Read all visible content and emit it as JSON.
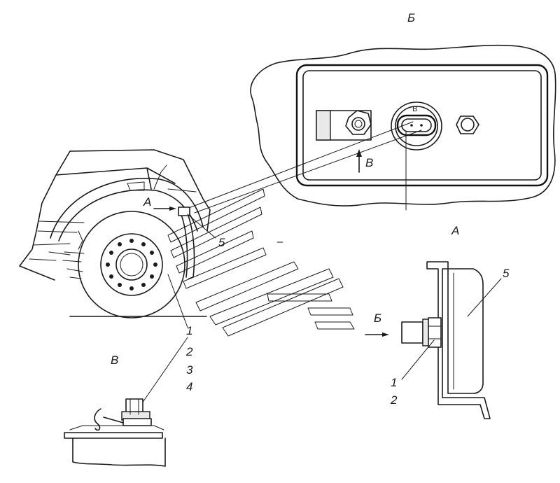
{
  "views": {
    "view_b_title": "Б",
    "view_a_title": "А",
    "view_v_title": "В"
  },
  "callouts": {
    "arrow_a": "А",
    "arrow_b": "Б",
    "arrow_v": "В",
    "connector_letter": "В",
    "main_5": "5",
    "a_5": "5",
    "a_1": "1",
    "a_2": "2",
    "v_1": "1",
    "v_2": "2",
    "v_3": "3",
    "v_4": "4"
  }
}
